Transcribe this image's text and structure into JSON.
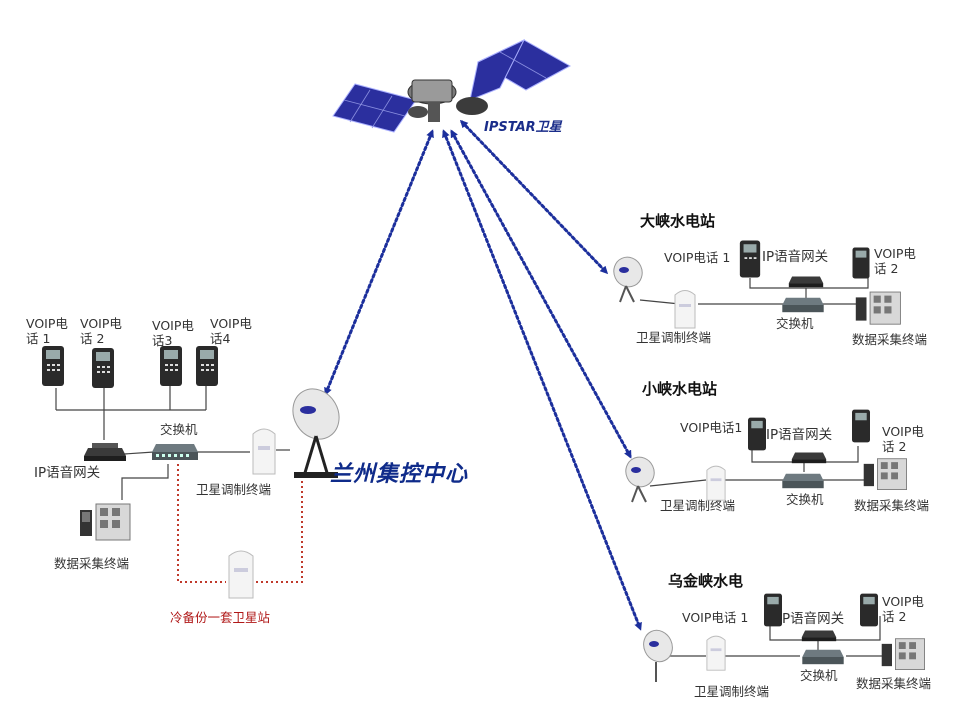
{
  "satellite": {
    "label": "IPSTAR卫星"
  },
  "center": {
    "title": "兰州集控中心",
    "phones": [
      "VOIP电话 1",
      "VOIP电话 2",
      "VOIP电话3",
      "VOIP电话4"
    ],
    "gateway": "IP语音网关",
    "switch": "交换机",
    "modem": "卫星调制终端",
    "data_terminal": "数据采集终端",
    "backup_station": "冷备份一套卫星站"
  },
  "stations": [
    {
      "name": "大峡水电站",
      "phone1": "VOIP电话 1",
      "gateway": "IP语音网关",
      "phone2": "VOIP电话 2",
      "switch": "交换机",
      "modem": "卫星调制终端",
      "data_terminal": "数据采集终端"
    },
    {
      "name": "小峡水电站",
      "phone1": "VOIP电话1",
      "gateway": "IP语音网关",
      "phone2": "VOIP电话 2",
      "switch": "交换机",
      "modem": "卫星调制终端",
      "data_terminal": "数据采集终端"
    },
    {
      "name": "乌金峡水电",
      "phone1": "VOIP电话 1",
      "gateway": "IP语音网关",
      "phone2": "VOIP电话 2",
      "switch": "交换机",
      "modem": "卫星调制终端",
      "data_terminal": "数据采集终端"
    }
  ],
  "colors": {
    "satellite_link": "#1c2f9c",
    "backup_link": "#c0392b",
    "solar_panel": "#2b2f9e",
    "title_blue": "#0f2b8a",
    "wire": "#444444"
  }
}
